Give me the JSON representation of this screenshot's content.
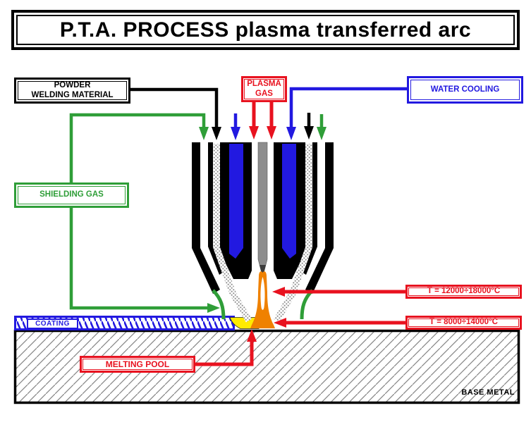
{
  "title": "P.T.A. PROCESS plasma transferred arc",
  "labels": {
    "powder_line1": "POWDER",
    "powder_line2": "WELDING MATERIAL",
    "plasma_line1": "PLASMA",
    "plasma_line2": "GAS",
    "water_cooling": "WATER COOLING",
    "shielding_gas": "SHIELDING GAS",
    "temp_arc": "T = 12000÷18000°C",
    "temp_pool": "T = 8000÷14000°C",
    "melting_pool": "MELTING POOL",
    "coating": "COATING",
    "base_metal": "BASE METAL"
  },
  "colors": {
    "red": "#e8121f",
    "blue": "#2219e0",
    "green": "#2f9e38",
    "orange": "#ef8100",
    "yellow": "#ffeb00",
    "gray": "#8d8d8d",
    "black": "#000000"
  }
}
